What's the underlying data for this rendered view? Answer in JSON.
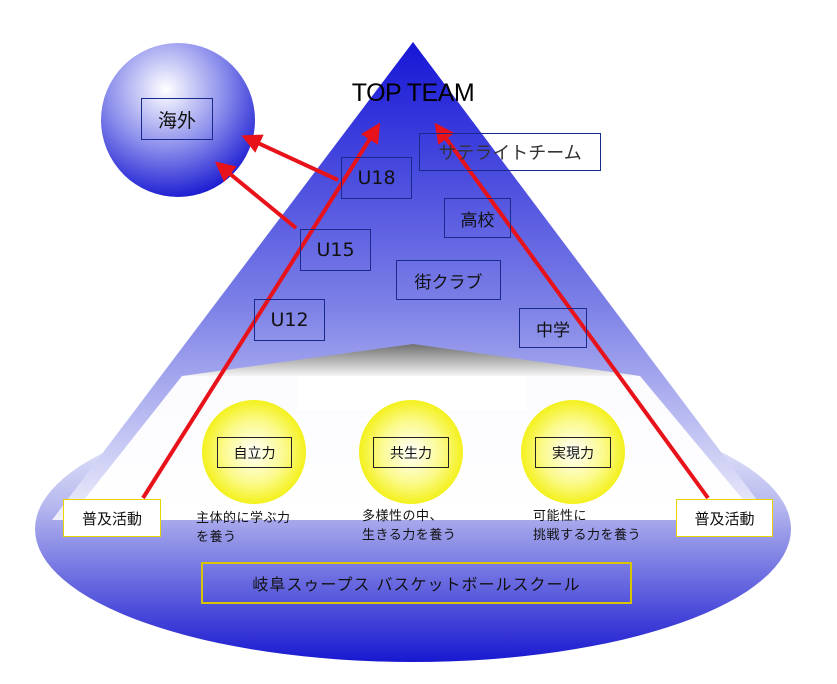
{
  "top": {
    "title": "TOP TEAM"
  },
  "overseas": {
    "label": "海外"
  },
  "age_groups": {
    "u18": "U18",
    "u15": "U15",
    "u12": "U12"
  },
  "routes": {
    "satellite": "サテライトチーム",
    "highschool": "高校",
    "club": "街クラブ",
    "juniorhigh": "中学"
  },
  "powers": [
    {
      "label": "自立力",
      "desc_line1": "主体的に学ぶ力",
      "desc_line2": "を養う"
    },
    {
      "label": "共生力",
      "desc_line1": "多様性の中、",
      "desc_line2": "生きる力を養う"
    },
    {
      "label": "実現力",
      "desc_line1": "可能性に",
      "desc_line2": "挑戦する力を養う"
    }
  ],
  "outreach": {
    "left": "普及活動",
    "right": "普及活動"
  },
  "school": {
    "name": "岐阜スゥープス バスケットボールスクール"
  },
  "colors": {
    "arrow": "#e8121a",
    "gradient_dark": "#1616d6",
    "gradient_light": "#ffffff",
    "box_border": "#1a2a8c",
    "yellow": "#f5f20a"
  }
}
